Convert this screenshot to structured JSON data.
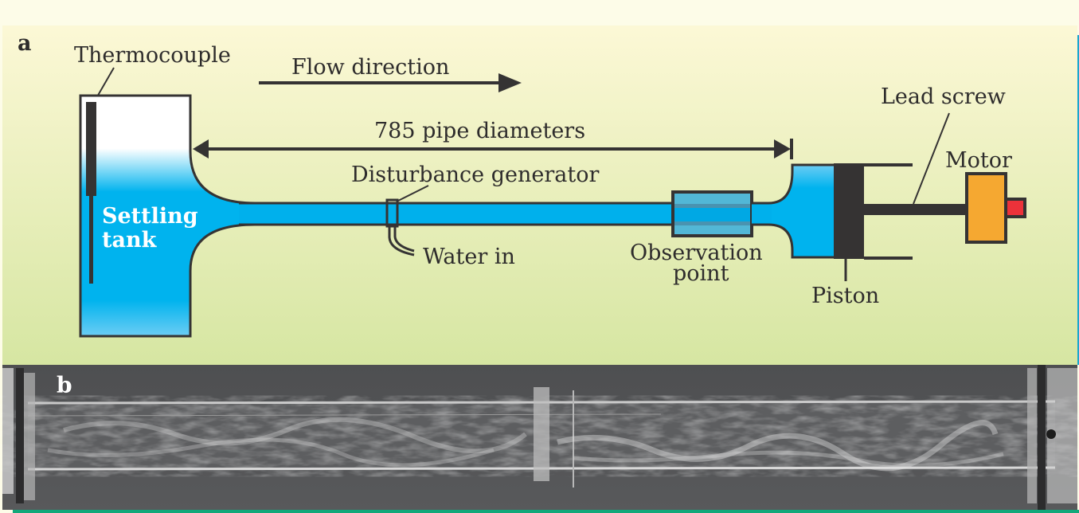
{
  "figure": {
    "panel_a": {
      "letter": "a",
      "labels": {
        "thermocouple": "Thermocouple",
        "flow_direction": "Flow direction",
        "distance": "785 pipe diameters",
        "disturbance_generator": "Disturbance generator",
        "water_in": "Water in",
        "settling_tank_line1": "Settling",
        "settling_tank_line2": "tank",
        "observation_line1": "Observation",
        "observation_line2": "point",
        "piston": "Piston",
        "lead_screw": "Lead screw",
        "motor": "Motor"
      }
    },
    "panel_b": {
      "letter": "b",
      "description": "Photograph of turbulent puff in pipe at observation point"
    },
    "colors": {
      "water": "#00b0ec",
      "outline": "#353333",
      "motor_body": "#f5a831",
      "motor_cap": "#ec323a",
      "background_top": "#fcf8d6",
      "background_bottom": "#d6e6a2",
      "photo_bg": "#555556",
      "accent_bar": "#12a87a",
      "side_bar": "#1aa6cf"
    }
  }
}
